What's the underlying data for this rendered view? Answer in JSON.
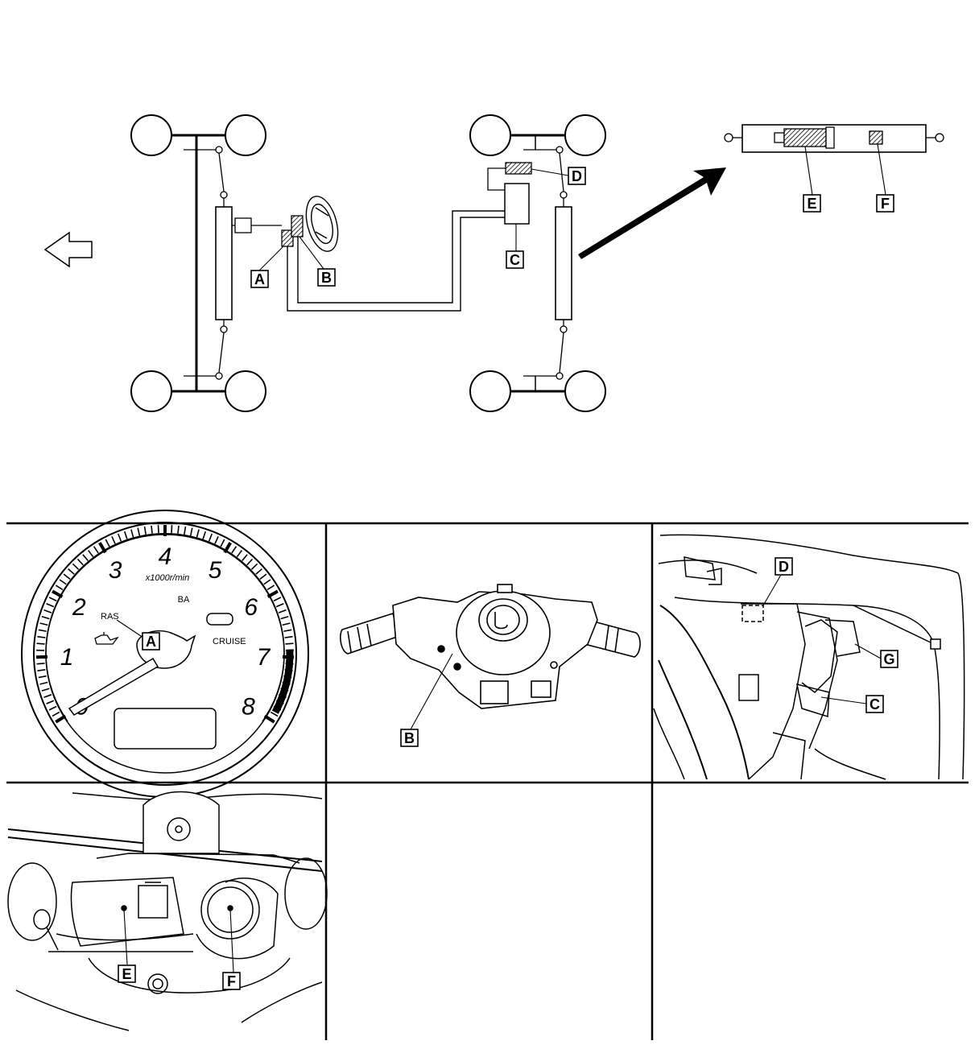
{
  "colors": {
    "ink": "#000000",
    "paper": "#ffffff",
    "hatch": "#000000"
  },
  "layout_diagram": {
    "callouts": [
      "A",
      "B",
      "C",
      "D",
      "E",
      "F"
    ],
    "direction_icon": "front-arrow-icon"
  },
  "panels": {
    "gauge": {
      "callout": "A",
      "numbers": [
        "0",
        "1",
        "2",
        "3",
        "4",
        "5",
        "6",
        "7",
        "8"
      ],
      "unit": "x1000r/min",
      "text_ras": "RAS",
      "text_ba": "BA",
      "text_cruise": "CRUISE"
    },
    "combination_switch": {
      "callout": "B"
    },
    "dash_underside": {
      "callouts": [
        "D",
        "G",
        "C"
      ]
    },
    "rear_actuator": {
      "callouts": [
        "E",
        "F"
      ]
    }
  }
}
